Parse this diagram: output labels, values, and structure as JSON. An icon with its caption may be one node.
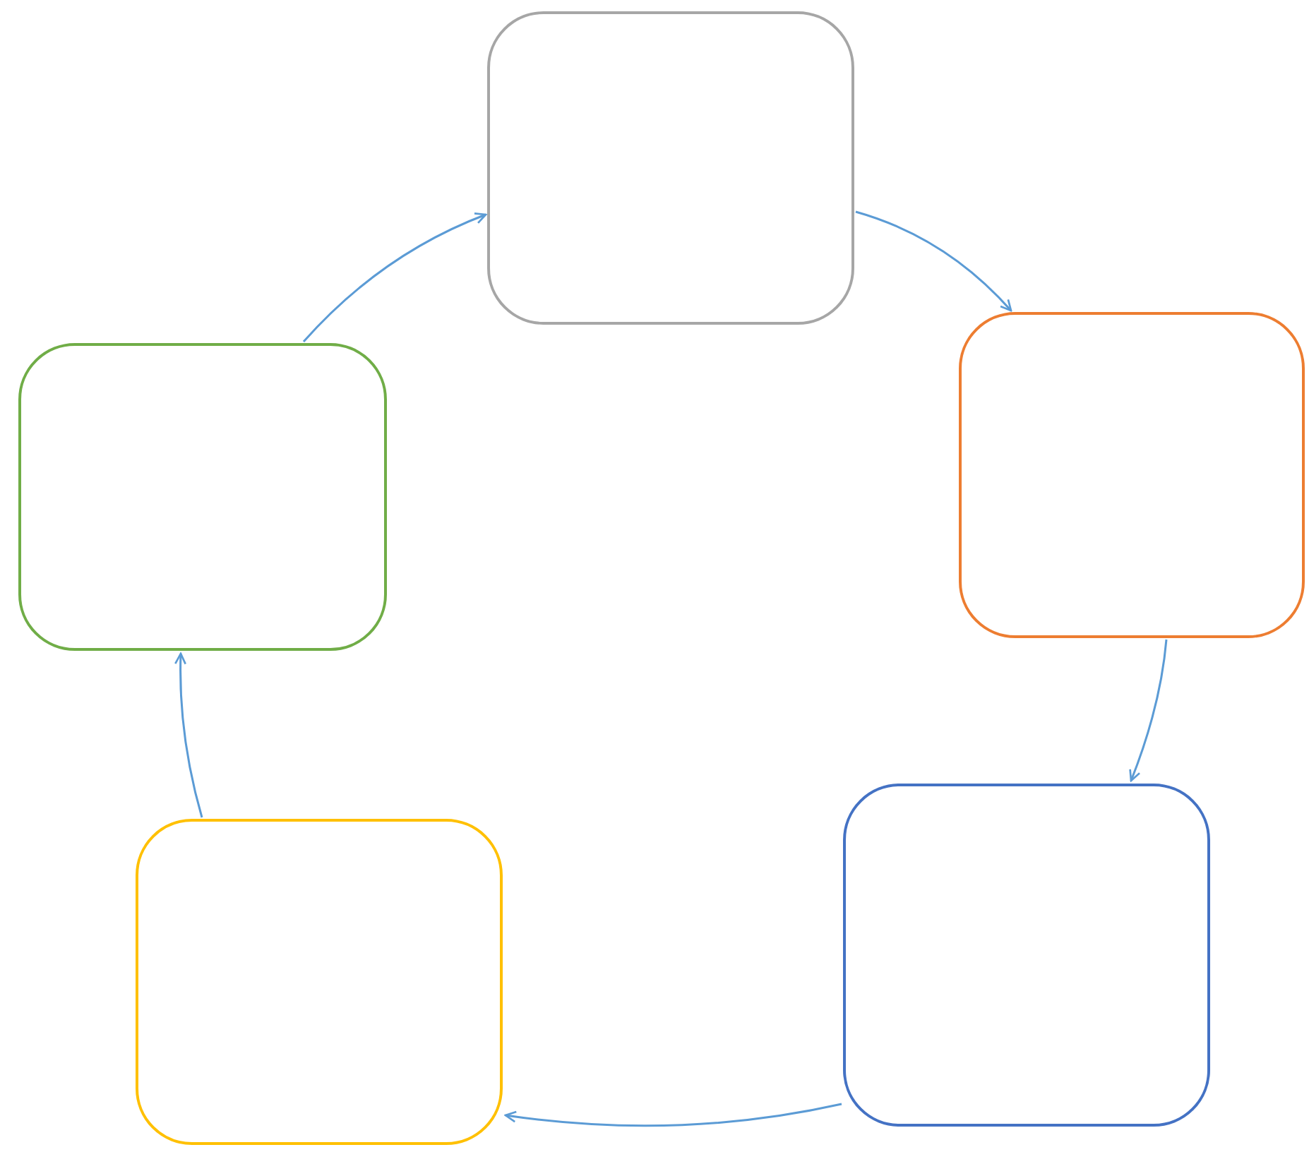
{
  "diagram": {
    "nodes": [
      {
        "text": [],
        "shape": "box"
      },
      {
        "text": [],
        "shape": "box"
      },
      {
        "text": [],
        "shape": "box"
      },
      {
        "text": [],
        "shape": "box"
      },
      {
        "text": [],
        "shape": "box"
      }
    ],
    "edges": [
      {
        "from": 0,
        "to": 1,
        "arrow": "to"
      },
      {
        "from": 1,
        "to": 3,
        "arrow": "to"
      },
      {
        "from": 3,
        "to": 4,
        "arrow": "to"
      },
      {
        "from": 4,
        "to": 2,
        "arrow": "to"
      },
      {
        "from": 2,
        "to": 0,
        "arrow": "to"
      }
    ]
  }
}
